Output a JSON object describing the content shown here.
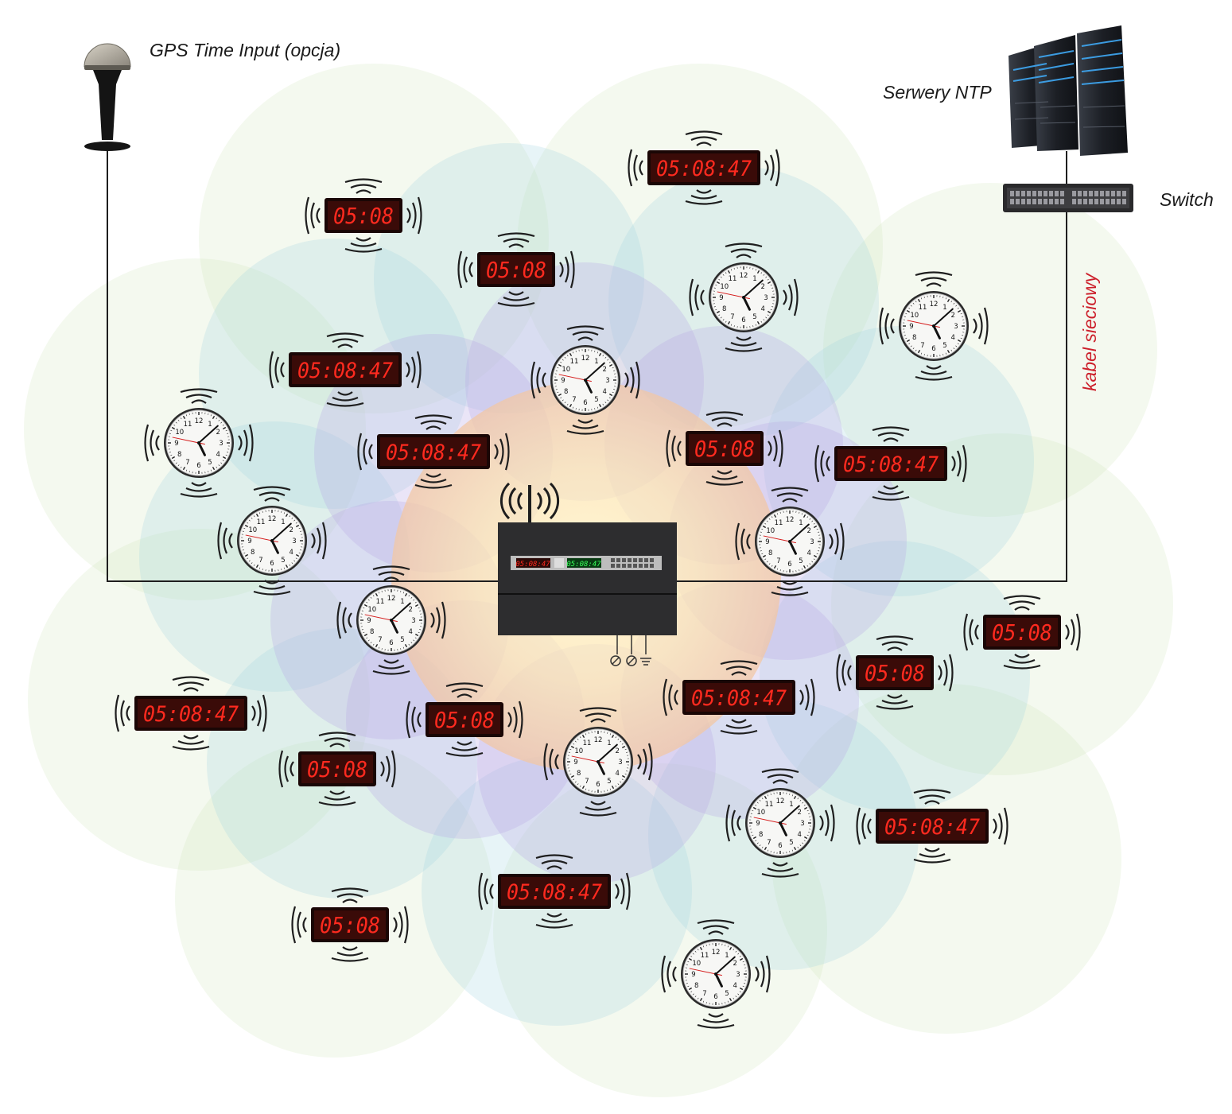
{
  "labels": {
    "gps": "GPS Time Input (opcja)",
    "ntp": "Serwery NTP",
    "switch": "Switch",
    "cable": "kabel sieciowy"
  },
  "displays": {
    "short": "05:08",
    "long": "05:08:47",
    "master_red": "05:08:47",
    "master_green": "05:08:47"
  },
  "clock_numerals": [
    "12",
    "1",
    "2",
    "3",
    "4",
    "5",
    "6",
    "7",
    "8",
    "9",
    "10",
    "11"
  ],
  "colors": {
    "digit": "#ff2a1f",
    "display_body": "#2a0a08",
    "cable_label": "#cc1f2a",
    "master_body": "#2d2d2f",
    "line": "#1e1e1e"
  },
  "icons": {
    "gps": "gps-antenna-icon",
    "servers": "server-rack-icon",
    "switch": "network-switch-icon",
    "master": "master-clock-icon",
    "wireless": "wireless-signal-icon"
  }
}
